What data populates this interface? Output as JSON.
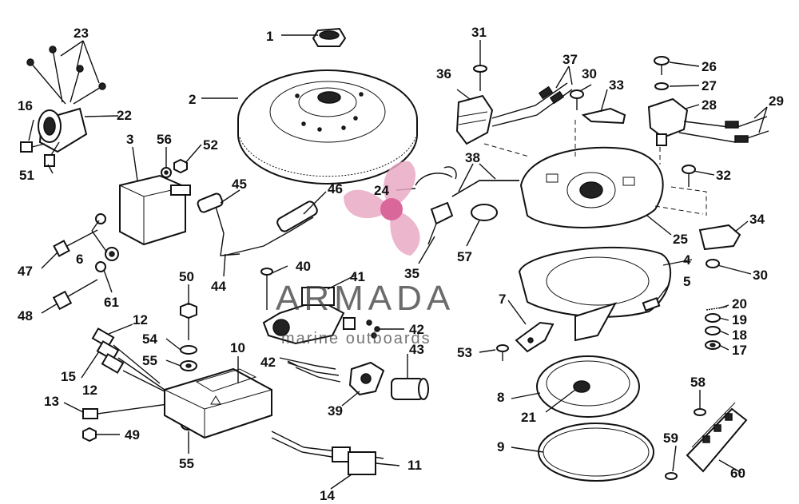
{
  "diagram": {
    "callouts": {
      "n1": "1",
      "n2": "2",
      "n3": "3",
      "n4": "4",
      "n5": "5",
      "n6": "6",
      "n7": "7",
      "n8": "8",
      "n9": "9",
      "n10": "10",
      "n11": "11",
      "n12a": "12",
      "n12b": "12",
      "n13": "13",
      "n14": "14",
      "n15": "15",
      "n16": "16",
      "n17": "17",
      "n18": "18",
      "n19": "19",
      "n20": "20",
      "n21": "21",
      "n22": "22",
      "n23": "23",
      "n24": "24",
      "n25": "25",
      "n26": "26",
      "n27": "27",
      "n28": "28",
      "n29": "29",
      "n30a": "30",
      "n30b": "30",
      "n31": "31",
      "n32": "32",
      "n33": "33",
      "n34": "34",
      "n35": "35",
      "n36": "36",
      "n37": "37",
      "n38": "38",
      "n39": "39",
      "n40": "40",
      "n41": "41",
      "n42a": "42",
      "n42b": "42",
      "n43": "43",
      "n44": "44",
      "n45": "45",
      "n46": "46",
      "n47": "47",
      "n48": "48",
      "n49": "49",
      "n50": "50",
      "n51": "51",
      "n52": "52",
      "n53": "53",
      "n54": "54",
      "n55a": "55",
      "n55b": "55",
      "n56": "56",
      "n57": "57",
      "n58": "58",
      "n59": "59",
      "n60": "60",
      "n61": "61"
    }
  },
  "watermark": {
    "brand": "ARMADA",
    "tagline": "marine outboards",
    "logo_color": "#e9a9c4",
    "logo_center_color": "#d9679a"
  }
}
